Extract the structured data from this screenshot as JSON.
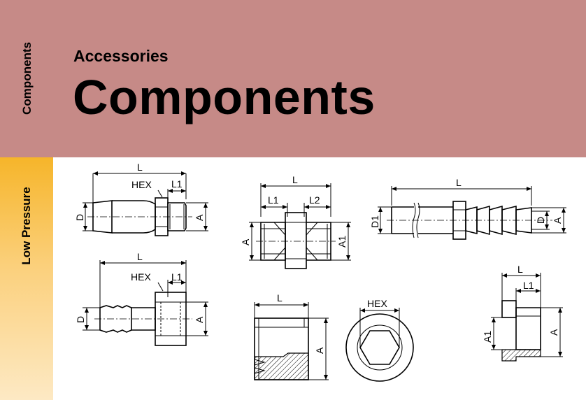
{
  "header": {
    "side_label": "Components",
    "kicker": "Accessories",
    "title": "Components",
    "background": "#c68a87"
  },
  "sidebar": {
    "label": "Low Pressure",
    "accent": "#f6b52a"
  },
  "drawings": {
    "hose_tail_male": {
      "L": "L",
      "HEX": "HEX",
      "L1": "L1",
      "D": "D",
      "A": "A"
    },
    "hose_tail_female": {
      "L": "L",
      "HEX": "HEX",
      "L1": "L1",
      "D": "D",
      "A": "A"
    },
    "reducing_nipple": {
      "L": "L",
      "L1": "L1",
      "L2": "L2",
      "A": "A",
      "A1": "A1"
    },
    "long_hose_tail": {
      "L": "L",
      "D1": "D1",
      "D": "D",
      "A": "A"
    },
    "plug": {
      "L": "L",
      "A": "A",
      "HEX": "HEX"
    },
    "reducing_bush": {
      "L": "L",
      "L1": "L1",
      "A1": "A1",
      "A": "A"
    }
  }
}
